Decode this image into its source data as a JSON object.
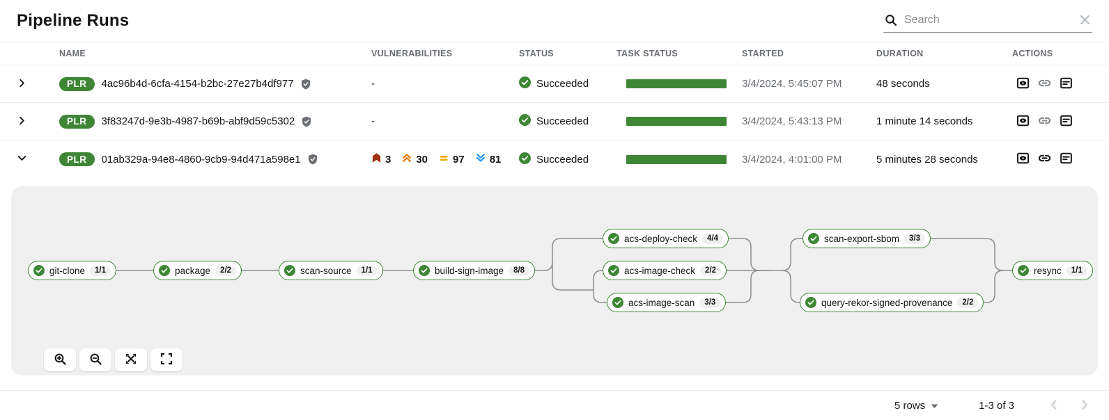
{
  "page": {
    "title": "Pipeline Runs"
  },
  "search": {
    "placeholder": "Search"
  },
  "table": {
    "headers": {
      "name": "NAME",
      "vulnerabilities": "VULNERABILITIES",
      "status": "STATUS",
      "task_status": "TASK STATUS",
      "started": "STARTED",
      "duration": "DURATION",
      "actions": "ACTIONS"
    },
    "rows": [
      {
        "badge": "PLR",
        "name": "4ac96b4d-6cfa-4154-b2bc-27e27b4df977",
        "vulnerabilities_text": "-",
        "status": "Succeeded",
        "started": "3/4/2024, 5:45:07 PM",
        "duration": "48 seconds"
      },
      {
        "badge": "PLR",
        "name": "3f83247d-9e3b-4987-b69b-abf9d59c5302",
        "vulnerabilities_text": "-",
        "status": "Succeeded",
        "started": "3/4/2024, 5:43:13 PM",
        "duration": "1 minute 14 seconds"
      },
      {
        "badge": "PLR",
        "name": "01ab329a-94e8-4860-9cb9-94d471a598e1",
        "vulnerabilities": {
          "critical": "3",
          "high": "30",
          "medium": "97",
          "low": "81"
        },
        "status": "Succeeded",
        "started": "3/4/2024, 4:01:00 PM",
        "duration": "5 minutes 28 seconds"
      }
    ]
  },
  "pipeline_graph": {
    "tasks": [
      {
        "label": "git-clone",
        "count": "1/1"
      },
      {
        "label": "package",
        "count": "2/2"
      },
      {
        "label": "scan-source",
        "count": "1/1"
      },
      {
        "label": "build-sign-image",
        "count": "8/8"
      },
      {
        "label": "acs-deploy-check",
        "count": "4/4"
      },
      {
        "label": "acs-image-check",
        "count": "2/2"
      },
      {
        "label": "acs-image-scan",
        "count": "3/3"
      },
      {
        "label": "scan-export-sbom",
        "count": "3/3"
      },
      {
        "label": "query-rekor-signed-provenance",
        "count": "2/2"
      },
      {
        "label": "resync",
        "count": "1/1"
      }
    ]
  },
  "footer": {
    "rows_per_page": "5 rows",
    "pagination_range": "1-3 of 3"
  },
  "colors": {
    "success_green": "#3E8635",
    "critical": "#A0330F",
    "high": "#EC7A08",
    "medium": "#F0AB00",
    "low": "#2B9AF3"
  }
}
